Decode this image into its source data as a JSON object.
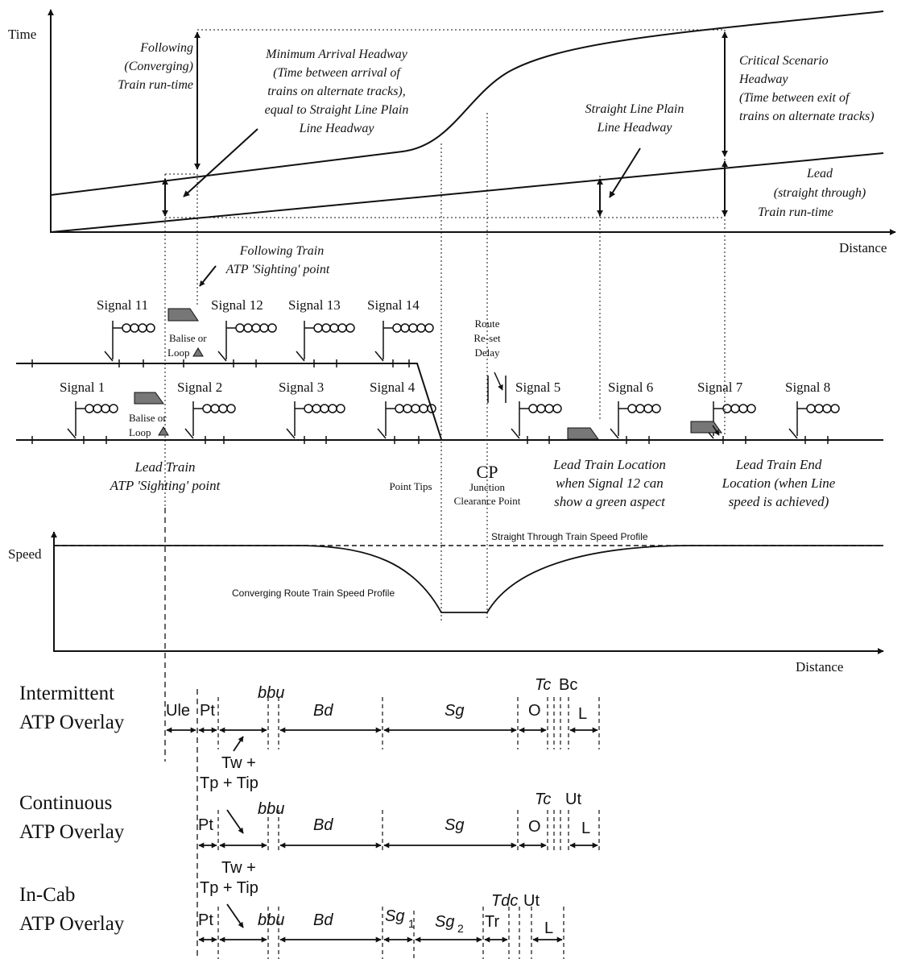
{
  "time_graph": {
    "y_axis_label": "Time",
    "x_axis_label": "Distance",
    "following_runtime": [
      "Following",
      "(Converging)",
      "Train run-time"
    ],
    "min_arrival_headway": [
      "Minimum Arrival Headway",
      "(Time between arrival of",
      "trains on alternate tracks),",
      "equal to Straight Line Plain",
      "Line Headway"
    ],
    "straight_headway": [
      "Straight Line Plain",
      "Line Headway"
    ],
    "critical_headway": [
      "Critical Scenario",
      "Headway",
      "(Time between exit of",
      "trains on alternate tracks)"
    ],
    "lead_runtime": [
      "Lead",
      "(straight through)",
      "Train run-time"
    ]
  },
  "track": {
    "following_sighting": [
      "Following Train",
      "ATP 'Sighting' point"
    ],
    "upper_signals": [
      "Signal 11",
      "Signal 12",
      "Signal 13",
      "Signal 14"
    ],
    "lower_signals": [
      "Signal 1",
      "Signal 2",
      "Signal 3",
      "Signal 4",
      "Signal 5",
      "Signal 6",
      "Signal 7",
      "Signal 8"
    ],
    "balise_upper": [
      "Balise or",
      "Loop"
    ],
    "balise_lower": [
      "Balise or",
      "Loop"
    ],
    "route_reset": [
      "Route",
      "Re-set",
      "Delay"
    ],
    "lead_sighting": [
      "Lead Train",
      "ATP 'Sighting' point"
    ],
    "point_tips": "Point Tips",
    "cp": "CP",
    "cp_desc": [
      "Junction",
      "Clearance Point"
    ],
    "lead_location": [
      "Lead Train Location",
      "when Signal 12 can",
      "show a green aspect"
    ],
    "lead_end": [
      "Lead Train End",
      "Location (when Line",
      "speed is achieved)"
    ]
  },
  "speed_graph": {
    "y_axis_label": "Speed",
    "x_axis_label": "Distance",
    "straight_profile": "Straight Through Train Speed Profile",
    "converging_profile": "Converging Route Train Speed Profile"
  },
  "overlays": {
    "intermittent": {
      "title": [
        "Intermittent",
        "ATP Overlay"
      ],
      "labels": [
        "Ule",
        "Pt",
        "bbu",
        "Bd",
        "Sg",
        "O",
        "Tc",
        "Bc",
        "L"
      ],
      "note": [
        "Tw +",
        "Tp + Tip"
      ]
    },
    "continuous": {
      "title": [
        "Continuous",
        "ATP Overlay"
      ],
      "labels": [
        "Pt",
        "bbu",
        "Bd",
        "Sg",
        "O",
        "Tc",
        "Ut",
        "L"
      ],
      "note": [
        "Tw +",
        "Tp + Tip"
      ]
    },
    "incab": {
      "title": [
        "In-Cab",
        "ATP Overlay"
      ],
      "labels": [
        "Pt",
        "bbu",
        "Bd",
        "Sg",
        "1",
        "Sg",
        "2",
        "Tr",
        "Tdc",
        "Ut",
        "L"
      ]
    }
  }
}
